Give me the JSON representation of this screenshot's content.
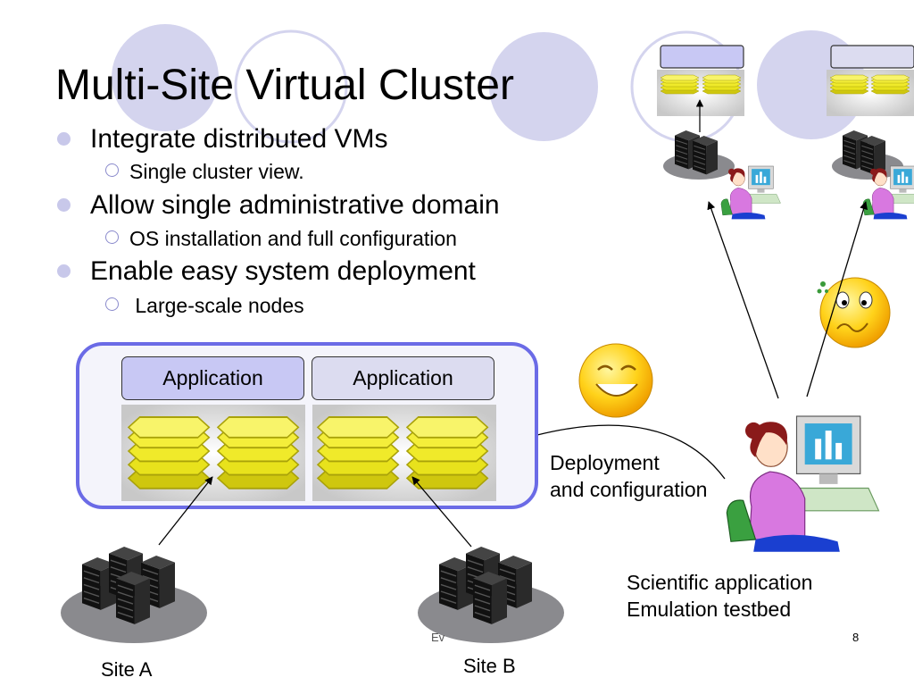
{
  "title": "Multi-Site Virtual Cluster",
  "bullets": [
    {
      "text": "Integrate distributed VMs",
      "sub": "Single cluster view."
    },
    {
      "text": "Allow single administrative domain",
      "sub": "OS installation and full configuration"
    },
    {
      "text": "Enable easy system deployment",
      "sub": " Large-scale nodes"
    }
  ],
  "cluster": {
    "apps": [
      "Application",
      "Application"
    ]
  },
  "labels": {
    "deployment": [
      "Deployment",
      "and configuration"
    ],
    "scientific": [
      "Scientific application",
      "Emulation testbed"
    ],
    "site_a": "Site A",
    "site_b": "Site B",
    "footer_partial": "Ev",
    "page_number": "8"
  },
  "colors": {
    "accent": "#6b6be6",
    "decor_circle": "#d4d4ee",
    "app_box": "#c8c8f4",
    "vm": "#e6e21e"
  },
  "icons": [
    "server-rack-icon",
    "vm-stack-icon",
    "user-at-computer-icon",
    "smiling-face-icon",
    "worried-face-icon"
  ]
}
